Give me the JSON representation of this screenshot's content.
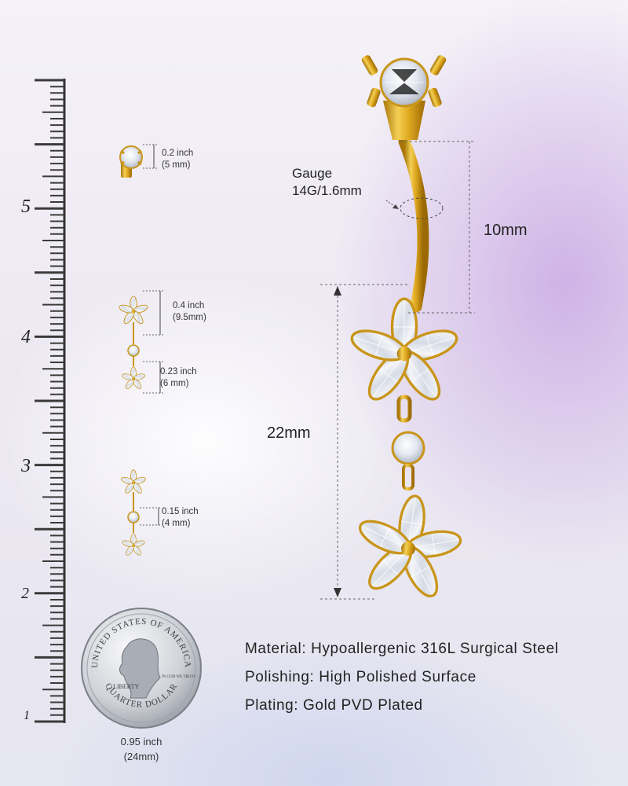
{
  "ruler": {
    "labels": [
      "5",
      "4",
      "3",
      "2",
      "1"
    ]
  },
  "top_gem": {
    "inch": "0.2 inch",
    "mm": "(5 mm)"
  },
  "flower_large": {
    "inch": "0.4 inch",
    "mm": "(9.5mm)"
  },
  "flower_small": {
    "inch": "0.23 inch",
    "mm": "(6 mm)"
  },
  "gem_small": {
    "inch": "0.15 inch",
    "mm": "(4 mm)"
  },
  "gauge": {
    "label": "Gauge",
    "value": "14G/1.6mm"
  },
  "bar_length": "10mm",
  "dangle_length": "22mm",
  "coin": {
    "inch": "0.95 inch",
    "mm": "(24mm)",
    "top_text": "UNITED STATES OF AMERICA",
    "bottom_text": "QUARTER DOLLAR",
    "liberty": "LIBERTY",
    "motto": "IN GOD WE TRUST"
  },
  "specs": [
    "Material: Hypoallergenic 316L Surgical Steel",
    "Polishing: High Polished Surface",
    "Plating: Gold PVD Plated"
  ],
  "colors": {
    "gold": "#d9a21a",
    "gold_dark": "#a87608",
    "crystal": "#e8ecf3"
  }
}
